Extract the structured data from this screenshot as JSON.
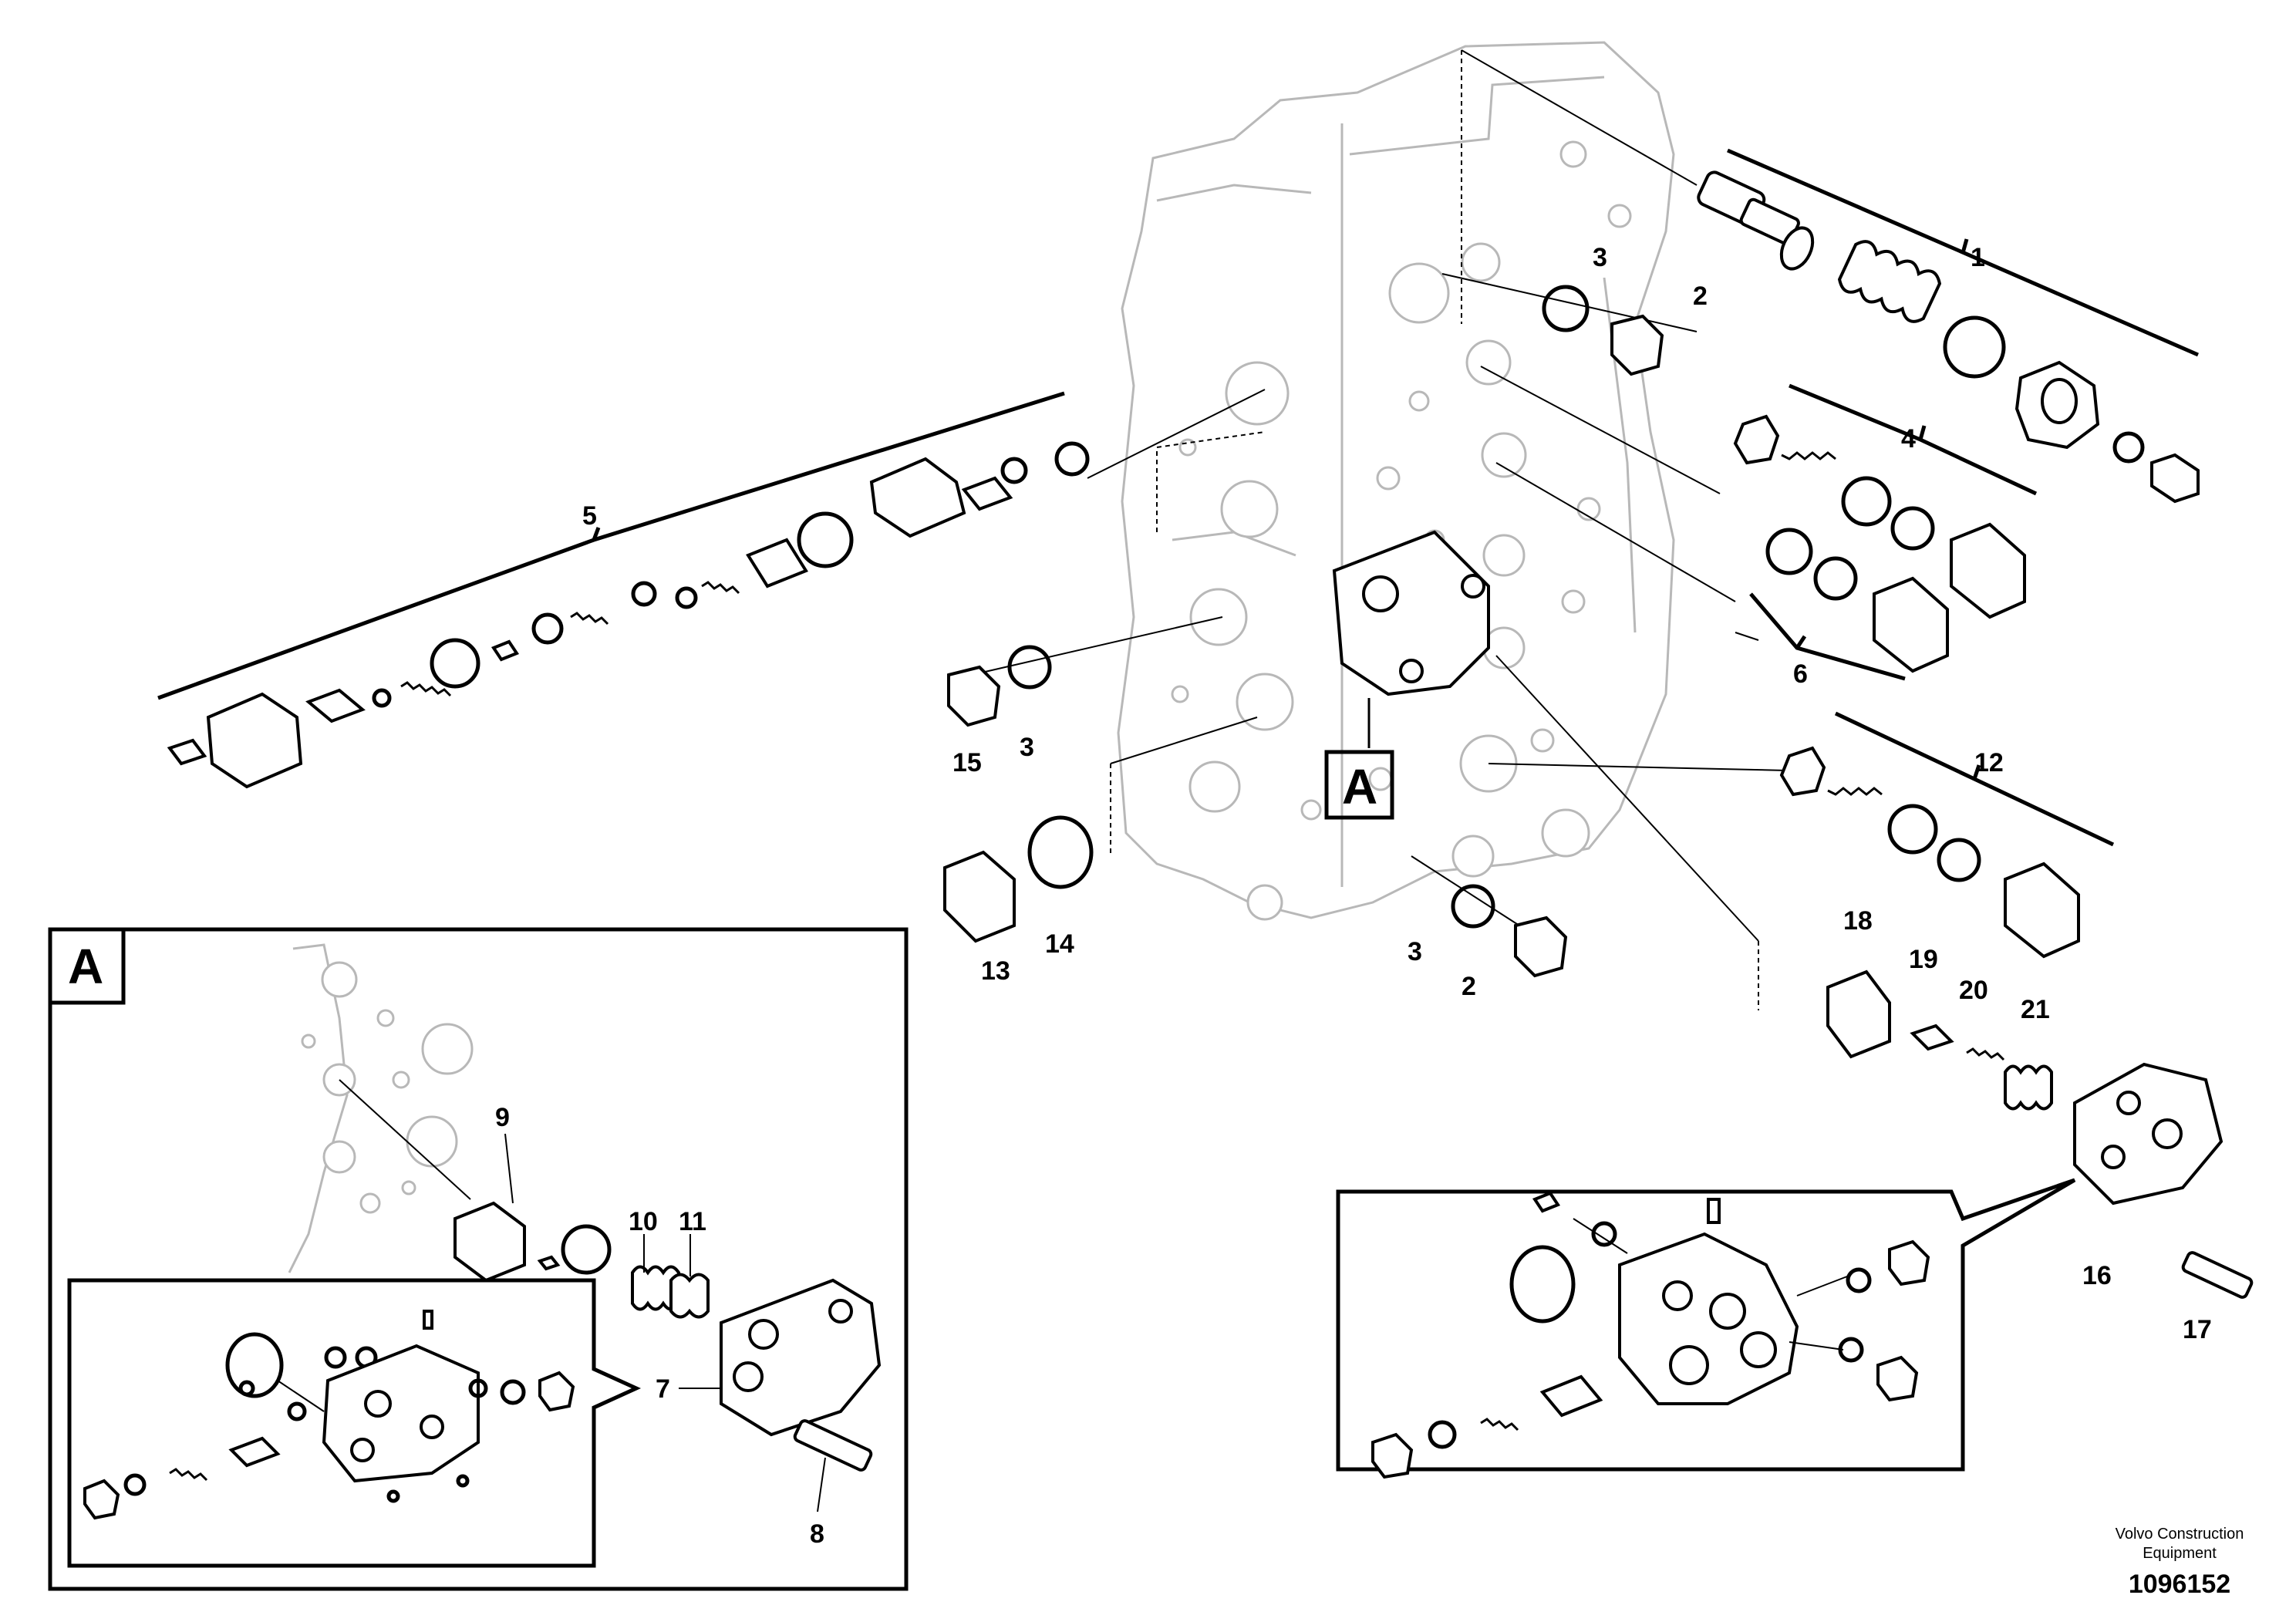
{
  "diagram": {
    "callouts": [
      {
        "id": "c1",
        "label": "1"
      },
      {
        "id": "c2a",
        "label": "2"
      },
      {
        "id": "c3a",
        "label": "3"
      },
      {
        "id": "c4",
        "label": "4"
      },
      {
        "id": "c5",
        "label": "5"
      },
      {
        "id": "c6",
        "label": "6"
      },
      {
        "id": "c12",
        "label": "12"
      },
      {
        "id": "c15",
        "label": "15"
      },
      {
        "id": "c3b",
        "label": "3"
      },
      {
        "id": "c13",
        "label": "13"
      },
      {
        "id": "c14",
        "label": "14"
      },
      {
        "id": "c3c",
        "label": "3"
      },
      {
        "id": "c2b",
        "label": "2"
      },
      {
        "id": "c18",
        "label": "18"
      },
      {
        "id": "c19",
        "label": "19"
      },
      {
        "id": "c20",
        "label": "20"
      },
      {
        "id": "c21",
        "label": "21"
      },
      {
        "id": "c16",
        "label": "16"
      },
      {
        "id": "c17",
        "label": "17"
      },
      {
        "id": "c9",
        "label": "9"
      },
      {
        "id": "c10",
        "label": "10"
      },
      {
        "id": "c11",
        "label": "11"
      },
      {
        "id": "c7",
        "label": "7"
      },
      {
        "id": "c8",
        "label": "8"
      }
    ],
    "detail_marker": "A",
    "detail_box_label": "A",
    "credit_line1": "Volvo Construction",
    "credit_line2": "Equipment",
    "document_number": "1096152"
  }
}
